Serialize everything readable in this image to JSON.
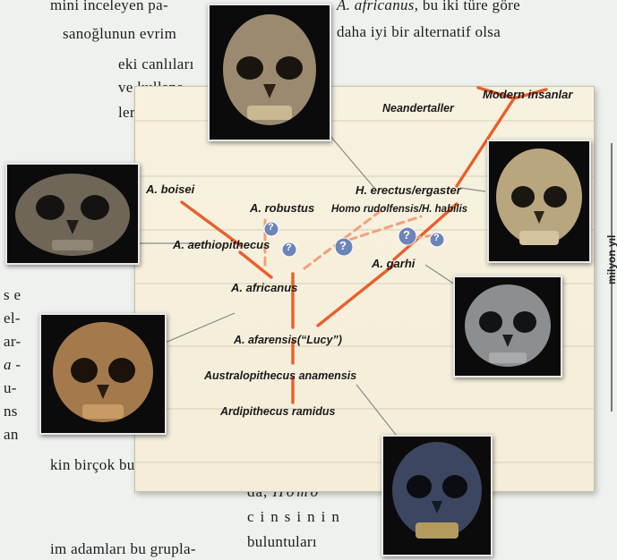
{
  "text_left": {
    "line1": "mini inceleyen pa-",
    "line2": "sanoğlunun evrim",
    "line3": "eki canlıları",
    "line4": "ve kullana-",
    "line5": "lerine göre",
    "line6": "s e",
    "line7": "el-",
    "line8": "ar-",
    "line9": "a -",
    "line10": "u-",
    "line11": "ns",
    "line12": "an",
    "line13": "kin birçok bulgu elde",
    "line14": "im adamları bu grupla-"
  },
  "text_top_right": {
    "line1_italic": "A. africanus",
    "line1_rest": ", bu iki türe göre",
    "line2": "daha iyi bir alternatif olsa"
  },
  "text_bottom_mid": {
    "line1_plain": "da, ",
    "line1_italic": "Homo",
    "line2": "cinsinin",
    "line3": "buluntuları"
  },
  "diagram": {
    "axis_label": "milyon yıl",
    "labels": {
      "modern": "Modern insanlar",
      "neander": "Neandertaller",
      "erectus": "H. erectus/ergaster",
      "rudolf": "Homo rudolfensis/H. habilis",
      "boisei": "A. boisei",
      "robustus": "A. robustus",
      "aethiop": "A. aethiopithecus",
      "garhi": "A. garhi",
      "africanus": "A. africanus",
      "afarensis": "A. afarensis(“Lucy”)",
      "anamensis": "Australopithecus anamensis",
      "ramidus": "Ardipithecus ramidus"
    },
    "unknown_marker": "?",
    "colors": {
      "branch": "#e8602c",
      "marker": "#6d84b8",
      "board": "#f5efdc"
    }
  }
}
